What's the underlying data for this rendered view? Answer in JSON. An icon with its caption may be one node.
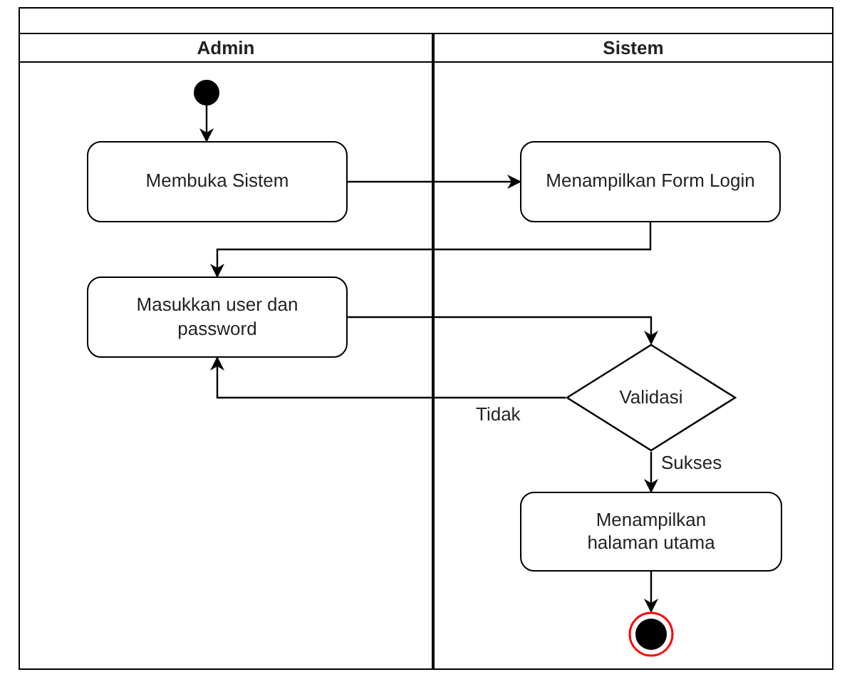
{
  "diagram": {
    "nodes": [
      {
        "text": [
          "Admin"
        ]
      },
      {
        "text": [
          "Sistem"
        ]
      },
      {
        "text": [],
        "shape": "circle",
        "in": 0
      },
      {
        "text": [
          "Membuka Sistem"
        ],
        "in": 0
      },
      {
        "text": [
          "Menampilkan Form Login"
        ],
        "in": 1
      },
      {
        "text": [
          "Masukkan user dan password"
        ],
        "in": 0
      },
      {
        "text": [
          "Validasi"
        ],
        "in": 1
      },
      {
        "text": [
          "Menampilkan halaman utama"
        ],
        "in": 1
      },
      {
        "text": [],
        "shape": "circle",
        "in": 1
      }
    ],
    "edges": [
      {
        "from": 2,
        "to": 3,
        "arrow": "to"
      },
      {
        "from": 3,
        "to": 4,
        "arrow": "to"
      },
      {
        "from": 4,
        "to": 5,
        "arrow": "to"
      },
      {
        "from": 5,
        "to": 6,
        "arrow": "to"
      },
      {
        "from": 6,
        "to": 5,
        "arrow": "to",
        "label": "Tidak"
      },
      {
        "from": 6,
        "to": 7,
        "arrow": "to",
        "label": "Sukses"
      },
      {
        "from": 7,
        "to": 8,
        "arrow": "to"
      }
    ]
  }
}
